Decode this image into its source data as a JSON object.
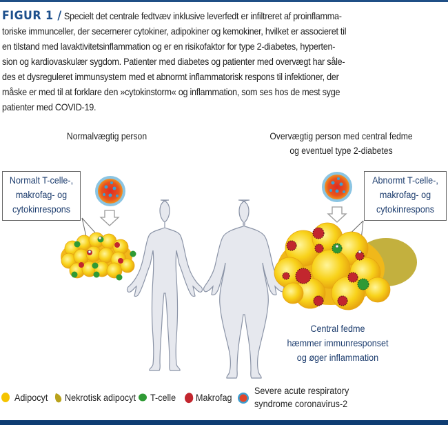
{
  "figure": {
    "label": "FIGUR 1 /",
    "caption_lines": [
      "Specielt det centrale fedtvæv inklusive leverfedt er infiltreret af proinflamma-",
      "toriske immunceller, der secernerer cytokiner, adipokiner og kemokiner, hvilket er associeret til",
      "en tilstand med lavaktivitetsinflammation og er en risikofaktor for type 2-diabetes, hyperten-",
      "sion og kardiovaskulær sygdom. Patienter med diabetes og patienter med overvægt har såle-",
      "des et dysreguleret immunsystem med et abnormt inflammatorisk respons til infektioner, der",
      "måske er med til at forklare den »cytokinstorm« og inflammation, som ses hos de mest syge",
      "patienter med COVID-19."
    ]
  },
  "panels": {
    "left": {
      "heading": "Normalvægtig person",
      "callout_lines": [
        "Normalt T-celle-,",
        "makrofag- og",
        "cytokinrespons"
      ]
    },
    "right": {
      "heading_lines": [
        "Overvægtig person med central fedme",
        "og eventuel type 2-diabetes"
      ],
      "callout_lines": [
        "Abnormt T-celle-,",
        "makrofag- og",
        "cytokinrespons"
      ],
      "note_lines": [
        "Central fedme",
        "hæmmer immunresponset",
        "og øger inflammation"
      ]
    }
  },
  "legend": [
    {
      "icon": "adipocyte-icon",
      "label": "Adipocyt",
      "color": "#f5c400"
    },
    {
      "icon": "necrotic-adipocyte-icon",
      "label": "Nekrotisk adipocyt",
      "color": "#b9a21c"
    },
    {
      "icon": "t-cell-icon",
      "label": "T-celle",
      "color": "#2f9a35"
    },
    {
      "icon": "macrophage-icon",
      "label": "Makrofag",
      "color": "#c2262e"
    },
    {
      "icon": "sars-cov-2-icon",
      "label_lines": [
        "Severe acute respiratory",
        "syndrome coronavirus-2"
      ],
      "color": "#3d9fd1"
    }
  ],
  "colors": {
    "brand_blue": "#1c4f8c",
    "callout_text": "#1d3d6e",
    "body_gray": "#e6e8ee",
    "body_outline": "#8a93a6"
  }
}
